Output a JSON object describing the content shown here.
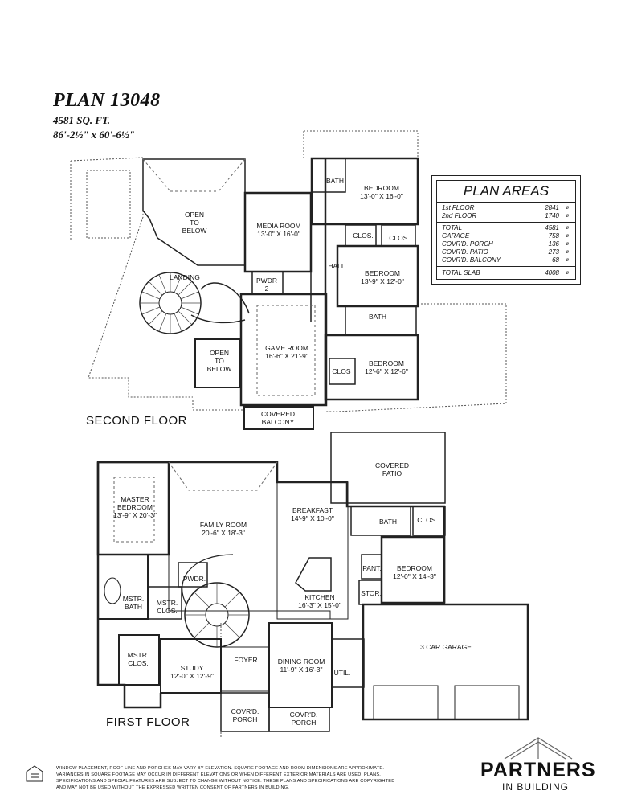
{
  "header": {
    "title": "PLAN 13048",
    "sqft": "4581 SQ. FT.",
    "dimensions": "86'-2½\" x 60'-6½\""
  },
  "plan_areas": {
    "heading": "PLAN AREAS",
    "rows_top": [
      {
        "label": "1st FLOOR",
        "value": "2841"
      },
      {
        "label": "2nd FLOOR",
        "value": "1740"
      }
    ],
    "rows_mid": [
      {
        "label": "TOTAL",
        "value": "4581"
      },
      {
        "label": "GARAGE",
        "value": "758"
      },
      {
        "label": "COVR'D. PORCH",
        "value": "136"
      },
      {
        "label": "COVR'D. PATIO",
        "value": "273"
      },
      {
        "label": "COVR'D. BALCONY",
        "value": "68"
      }
    ],
    "rows_bottom": [
      {
        "label": "TOTAL SLAB",
        "value": "4008"
      }
    ],
    "marker": "ø"
  },
  "second_floor": {
    "label": "SECOND FLOOR",
    "rooms": {
      "bath_upper": {
        "name": "BATH"
      },
      "bedroom_a": {
        "name": "BEDROOM",
        "dims": "13'-0\" X 16'-0\""
      },
      "open_below_top": {
        "name": "OPEN",
        "line2": "TO",
        "line3": "BELOW"
      },
      "media": {
        "name": "MEDIA ROOM",
        "dims": "13'-0\" X 16'-0\""
      },
      "clos_a": {
        "name": "CLOS."
      },
      "clos_b": {
        "name": "CLOS."
      },
      "hall": {
        "name": "HALL"
      },
      "landing": {
        "name": "LANDING"
      },
      "pwdr2": {
        "name": "PWDR",
        "line2": "2"
      },
      "bedroom_b": {
        "name": "BEDROOM",
        "dims": "13'-9\" X 12'-0\""
      },
      "bath_mid": {
        "name": "BATH"
      },
      "open_below_bottom": {
        "name": "OPEN",
        "line2": "TO",
        "line3": "BELOW"
      },
      "game": {
        "name": "GAME ROOM",
        "dims": "16'-6\" X 21'-9\""
      },
      "bedroom_c": {
        "name": "BEDROOM",
        "dims": "12'-6\" X 12'-6\""
      },
      "clos_c": {
        "name": "CLOS"
      },
      "balcony": {
        "name": "COVERED",
        "line2": "BALCONY"
      }
    }
  },
  "first_floor": {
    "label": "FIRST FLOOR",
    "rooms": {
      "patio": {
        "name": "COVERED",
        "line2": "PATIO"
      },
      "master": {
        "name": "MASTER",
        "line2": "BEDROOM",
        "dims": "13'-9\" X 20'-3\""
      },
      "family": {
        "name": "FAMILY ROOM",
        "dims": "20'-6\" X 18'-3\""
      },
      "breakfast": {
        "name": "BREAKFAST",
        "dims": "14'-9\" X 10'-0\""
      },
      "bath": {
        "name": "BATH"
      },
      "clos": {
        "name": "CLOS."
      },
      "pwdr": {
        "name": "PWDR."
      },
      "mstr_bath": {
        "name": "MSTR.",
        "line2": "BATH"
      },
      "mstr_clos_a": {
        "name": "MSTR.",
        "line2": "CLOS."
      },
      "kitchen": {
        "name": "KITCHEN",
        "dims": "16'-3\" X 15'-0\""
      },
      "pant": {
        "name": "PANT."
      },
      "bedroom": {
        "name": "BEDROOM",
        "dims": "12'-0\" X 14'-3\""
      },
      "stor": {
        "name": "STOR."
      },
      "garage": {
        "name": "3 CAR GARAGE"
      },
      "mstr_clos_b": {
        "name": "MSTR.",
        "line2": "CLOS."
      },
      "study": {
        "name": "STUDY",
        "dims": "12'-0\" X 12'-9\""
      },
      "foyer": {
        "name": "FOYER"
      },
      "dining": {
        "name": "DINING ROOM",
        "dims": "11'-9\" X 16'-3\""
      },
      "util": {
        "name": "UTIL."
      },
      "porch_a": {
        "name": "COVR'D.",
        "line2": "PORCH"
      },
      "porch_b": {
        "name": "COVR'D.",
        "line2": "PORCH"
      }
    }
  },
  "footer": {
    "disclaimer_1": "WINDOW PLACEMENT, ROOF LINE AND PORCHES MAY VARY BY ELEVATION. SQUARE FOOTAGE AND ROOM DIMENSIONS ARE APPROXIMATE.",
    "disclaimer_2": "VARIANCES IN SQUARE FOOTAGE MAY OCCUR IN DIFFERENT ELEVATIONS OR WHEN DIFFERENT EXTERIOR MATERIALS ARE USED. PLANS,",
    "disclaimer_3": "SPECIFICATIONS AND SPECIAL FEATURES ARE SUBJECT TO CHANGE WITHOUT NOTICE. THESE PLANS AND SPECIFICATIONS ARE COPYRIGHTED",
    "disclaimer_4": "AND MAY NOT BE USED WITHOUT THE EXPRESSED WRITTEN CONSENT OF PARTNERS IN BUILDING.",
    "brand": "PARTNERS",
    "brand_sub": "IN BUILDING"
  }
}
